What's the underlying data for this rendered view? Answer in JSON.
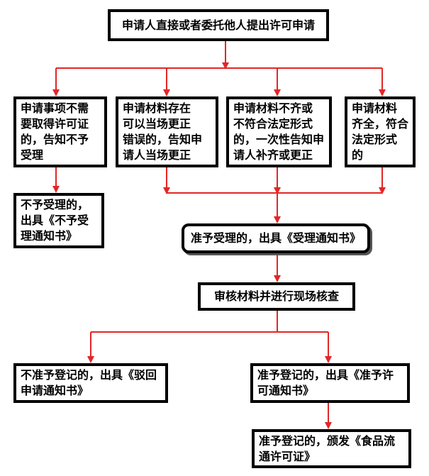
{
  "colors": {
    "arrow": "#e32626",
    "box_border": "#000000",
    "text": "#000000"
  },
  "nodes": {
    "apply": "申请人直接或者委托他人提出许可申请",
    "not_needed": "申请事项不需\n要取得许可证\n的，告知不予\n受理",
    "correctable": "申请材料存在\n可以当场更正\n错误的，告知申\n请人当场更正",
    "incomplete": "申请材料不齐或\n不符合法定形式\n的，一次性告知申\n请人补齐或更正",
    "complete": "申请材料\n齐全，符合\n法定形式\n的",
    "not_accepted": "不予受理的，\n出具《不予受\n理通知书》",
    "accepted": "准予受理的，出具《受理通知书》",
    "review": "审核材料并进行现场核查",
    "reject": "不准予登记的，出具《驳回\n申请通知书》",
    "approve": "准予登记的，出具《准予许\n可通知书》",
    "issue": "准予登记的，颁发《食品流\n通许可证》"
  }
}
